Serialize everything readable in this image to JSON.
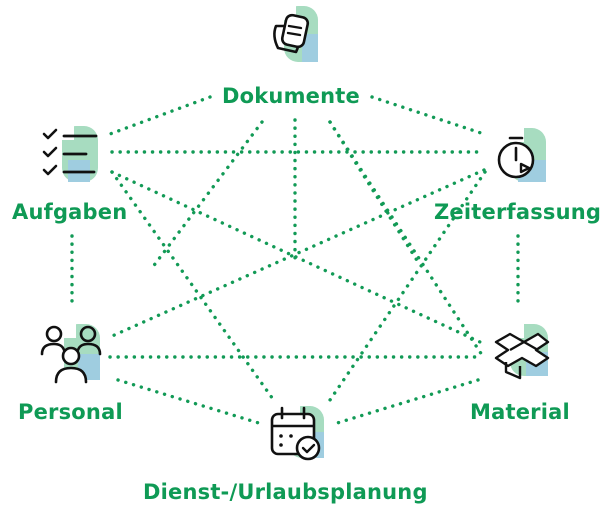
{
  "colors": {
    "accent": "#0f9a55",
    "dots": "#129a56",
    "icon_stroke": "#111111",
    "tile_green": "#a7dcc0",
    "tile_blue": "#9fcde0"
  },
  "nodes": [
    {
      "id": "dokumente",
      "label": "Dokumente",
      "icon": "documents-icon"
    },
    {
      "id": "zeiterfassung",
      "label": "Zeiterfassung",
      "icon": "stopwatch-icon"
    },
    {
      "id": "material",
      "label": "Material",
      "icon": "boxes-icon"
    },
    {
      "id": "dienst",
      "label": "Dienst-/Urlaubsplanung",
      "icon": "calendar-check-icon"
    },
    {
      "id": "personal",
      "label": "Personal",
      "icon": "people-icon"
    },
    {
      "id": "aufgaben",
      "label": "Aufgaben",
      "icon": "checklist-icon"
    }
  ]
}
